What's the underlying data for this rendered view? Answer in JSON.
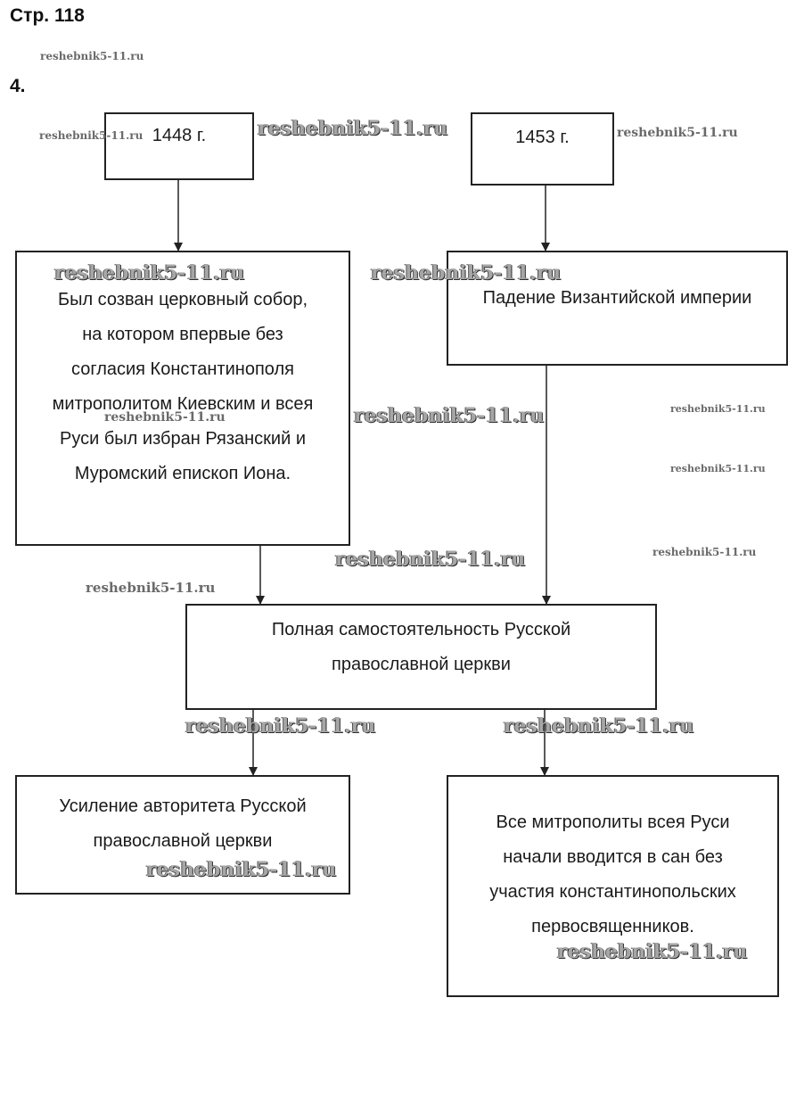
{
  "page": {
    "heading": "Стр. 118",
    "task_number": "4."
  },
  "boxes": {
    "year_1448": "1448 г.",
    "year_1453": "1453 г.",
    "council_lines": [
      "Был созван церковный собор,",
      "на котором впервые без",
      "согласия Константинополя",
      "митрополитом Киевским и всея",
      "Руси был избран Рязанский и",
      "Муромский епископ Иона."
    ],
    "byzantium_fall": "Падение Византийской империи",
    "independence_lines": [
      "Полная самостоятельность Русской",
      "православной церкви"
    ],
    "authority_lines": [
      "Усиление авторитета Русской",
      "православной церкви"
    ],
    "metropolitans_lines": [
      "Все митрополиты всея Руси",
      "начали вводится в сан без",
      "участия константинопольских",
      "первосвященников."
    ]
  },
  "watermark": "reshebnik5-11.ru",
  "colors": {
    "line": "#222222",
    "watermark": "#9a9a9a"
  }
}
